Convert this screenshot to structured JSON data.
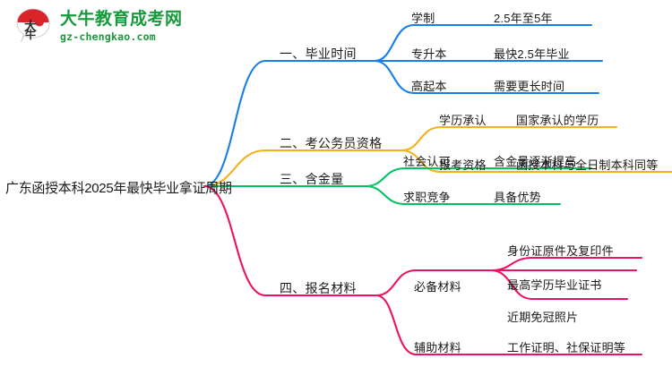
{
  "logo": {
    "mark_text": "大牛",
    "name_cn": "大牛教育成考网",
    "domain": "gz-chengkao.com",
    "brand_green": "#179a3c",
    "brand_red": "#d9252a"
  },
  "mindmap": {
    "root": "广东函授本科2025年最快毕业拿证周期",
    "colors": {
      "blue": "#1a7ee8",
      "orange": "#f5b01e",
      "green": "#00c261",
      "pink": "#ed1164"
    },
    "branches": [
      {
        "label": "一、毕业时间",
        "color": "#1a7ee8",
        "children": [
          {
            "label": "学制",
            "value": "2.5年至5年"
          },
          {
            "label": "专升本",
            "value": "最快2.5年毕业"
          },
          {
            "label": "高起本",
            "value": "需要更长时间"
          }
        ]
      },
      {
        "label": "二、考公务员资格",
        "color": "#f5b01e",
        "children": [
          {
            "label": "学历承认",
            "value": "国家承认的学历"
          },
          {
            "label": "报考资格",
            "value": "函授本科与全日制本科同等"
          }
        ]
      },
      {
        "label": "三、含金量",
        "color": "#00c261",
        "children": [
          {
            "label": "社会认可",
            "value": "含金量逐渐提高"
          },
          {
            "label": "求职竞争",
            "value": "具备优势"
          }
        ]
      },
      {
        "label": "四、报名材料",
        "color": "#ed1164",
        "children": [
          {
            "label": "必备材料",
            "values": [
              "身份证原件及复印件",
              "最高学历毕业证书",
              "近期免冠照片"
            ]
          },
          {
            "label": "辅助材料",
            "value": "工作证明、社保证明等"
          }
        ]
      }
    ]
  }
}
